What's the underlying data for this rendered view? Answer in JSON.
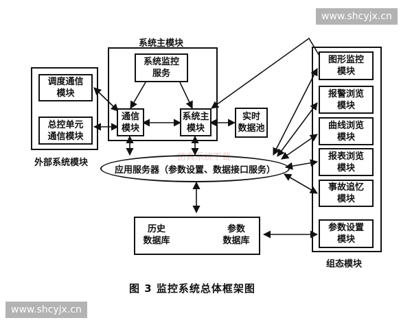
{
  "watermark": "www.shcyjx.cn",
  "faint_watermark": "仿真系统下载",
  "caption": "图 3   监控系统总体框架图",
  "groups": {
    "main": "系统主模块",
    "external": "外部系统模块",
    "config": "组态模块"
  },
  "nodes": {
    "monitor_service": [
      "系统监控",
      "服务"
    ],
    "comm_module": [
      "通信",
      "模块"
    ],
    "system_main": [
      "系统主",
      "模块"
    ],
    "realtime_pool": [
      "实时",
      "数据池"
    ],
    "dispatch_comm": [
      "调度通信",
      "模块"
    ],
    "master_unit_comm": [
      "总控单元",
      "通信模块"
    ],
    "app_server": "应用服务器（参数设置、数据接口服务）",
    "history_db": [
      "历史",
      "数据库"
    ],
    "param_db": [
      "参数",
      "数据库"
    ],
    "graphic_monitor": [
      "图形监控",
      "模块"
    ],
    "alarm_browse": [
      "报警浏览",
      "模块"
    ],
    "curve_browse": [
      "曲线浏览",
      "模块"
    ],
    "report_browse": [
      "报表浏览",
      "模块"
    ],
    "accident_recall": [
      "事故追忆",
      "模块"
    ],
    "param_setting": [
      "参数设置",
      "模块"
    ]
  }
}
